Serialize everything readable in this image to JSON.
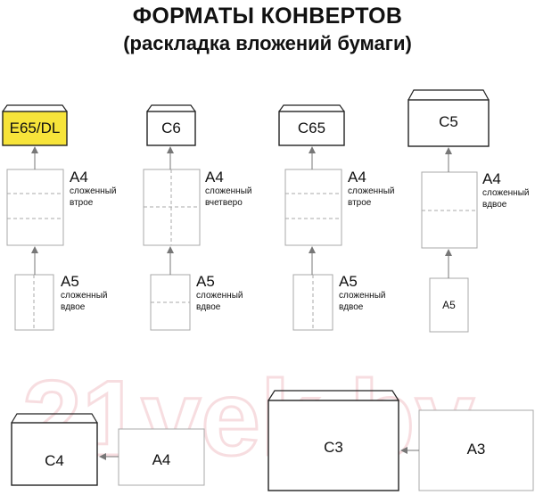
{
  "title_line1": "ФОРМАТЫ КОНВЕРТОВ",
  "title_line2": "(раскладка вложений бумаги)",
  "watermark": "21vek.by",
  "colors": {
    "highlight": "#f7e43a",
    "outline": "#222222",
    "sheet": "#a8a8a8",
    "arrow": "#777777"
  },
  "columns": [
    {
      "envelope": "E65/DL",
      "a4": "A4",
      "a4_note1": "сложенный",
      "a4_note2": "втрое",
      "a5": "A5",
      "a5_note1": "сложенный",
      "a5_note2": "вдвое"
    },
    {
      "envelope": "C6",
      "a4": "A4",
      "a4_note1": "сложенный",
      "a4_note2": "вчетверо",
      "a5": "A5",
      "a5_note1": "сложенный",
      "a5_note2": "вдвое"
    },
    {
      "envelope": "C65",
      "a4": "A4",
      "a4_note1": "сложенный",
      "a4_note2": "втрое",
      "a5": "A5",
      "a5_note1": "сложенный",
      "a5_note2": "вдвое"
    },
    {
      "envelope": "C5",
      "a4": "A4",
      "a4_note1": "сложенный",
      "a4_note2": "вдвое",
      "a5": "A5"
    }
  ],
  "bottom": [
    {
      "envelope": "C4",
      "sheet": "A4"
    },
    {
      "envelope": "C3",
      "sheet": "A3"
    }
  ]
}
